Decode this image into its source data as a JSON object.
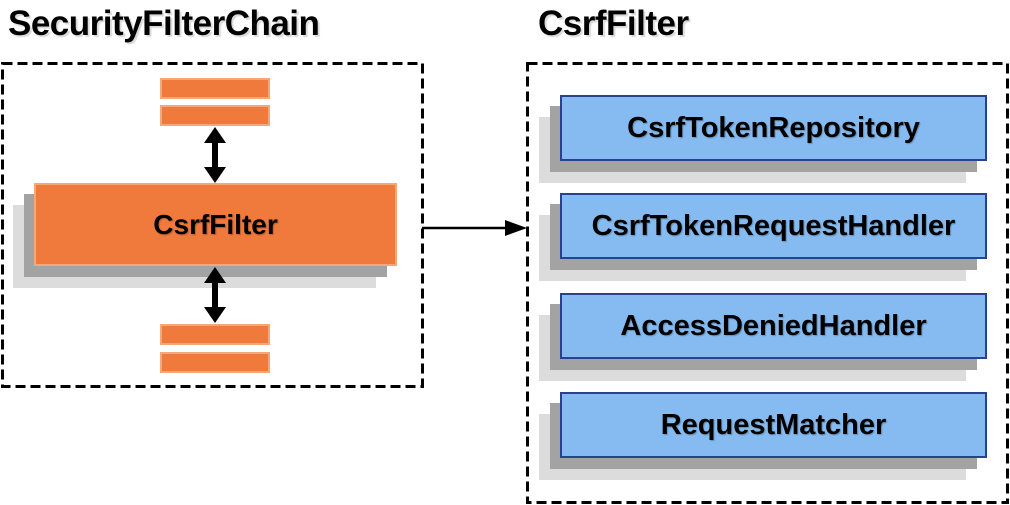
{
  "diagram": {
    "left_panel": {
      "title": "SecurityFilterChain",
      "filter_node_label": "CsrfFilter"
    },
    "right_panel": {
      "title": "CsrfFilter",
      "components": [
        "CsrfTokenRepository",
        "CsrfTokenRequestHandler",
        "AccessDeniedHandler",
        "RequestMatcher"
      ]
    },
    "icons": {
      "vertical_connector": "double-headed-arrow-icon",
      "flow_connector": "right-arrow-icon"
    },
    "colors": {
      "orange_fill": "#F0793C",
      "orange_border": "#F7A678",
      "blue_fill": "#85BBF0",
      "blue_border": "#27438F",
      "shadow_dark": "#A3A3A3",
      "shadow_light": "#DCDCDC",
      "line_black": "#000000",
      "page_bg": "#FFFFFF"
    }
  }
}
